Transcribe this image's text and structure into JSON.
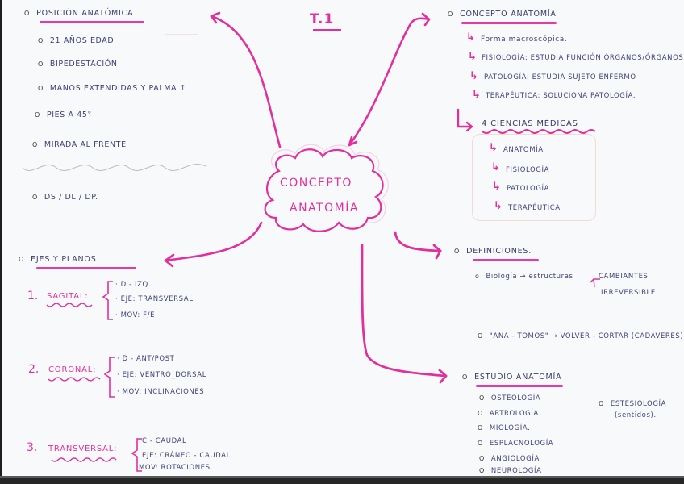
{
  "page_title": "T.1",
  "center": {
    "line1": "Concepto",
    "line2": "Anatomía"
  },
  "colors": {
    "accent_pink": "#e0309e",
    "ink_blue": "#3f3f7a",
    "paper": "#f8f9fb",
    "box_border": "#f5d9d2"
  },
  "posicion_anatomica": {
    "heading": "Posición anatómica",
    "items": [
      "21 años edad",
      "Bipedestación",
      "Manos extendidas y palma ↑",
      "Pies a 45°",
      "Mirada al frente",
      "DS / DL / DP."
    ]
  },
  "ejes_planos": {
    "heading": "Ejes y planos",
    "planes": [
      {
        "number": "1.",
        "name": "Sagital:",
        "items": [
          "D - Izq.",
          "Eje: transversal",
          "Mov: F/E"
        ]
      },
      {
        "number": "2.",
        "name": "Coronal:",
        "items": [
          "D - Ant/Post",
          "Eje: ventro_dorsal",
          "Mov: inclinaciones"
        ]
      },
      {
        "number": "3.",
        "name": "Transversal:",
        "items": [
          "C - Caudal",
          "Eje: cráneo - caudal",
          "Mov: rotaciones."
        ]
      }
    ]
  },
  "concepto_anatomia": {
    "heading": "Concepto anatomía",
    "items": [
      "Forma macroscópica.",
      "Fisiología: estudia función órganos/órganos",
      "Patología: estudia sujeto enfermo",
      "Terapéutica: soluciona patología."
    ],
    "ciencias_heading": "4 ciencias médicas",
    "ciencias": [
      "Anatomía",
      "Fisiología",
      "Patología",
      "Terapéutica"
    ]
  },
  "definiciones": {
    "heading": "Definiciones.",
    "items": [
      {
        "text": "Biología → estructuras",
        "branch": [
          "Cambiantes",
          "Irreversible."
        ]
      },
      {
        "text": "\"Ana - tomos\" → volver - cortar (cadáveres)"
      }
    ]
  },
  "estudio_anatomia": {
    "heading": "Estudio anatomía",
    "items": [
      "Osteología",
      "Artrología",
      "Miología.",
      "Esplacnología",
      "Angiología",
      "Neurología"
    ],
    "side_item": "Estesiología",
    "side_note": "(sentidos)."
  }
}
